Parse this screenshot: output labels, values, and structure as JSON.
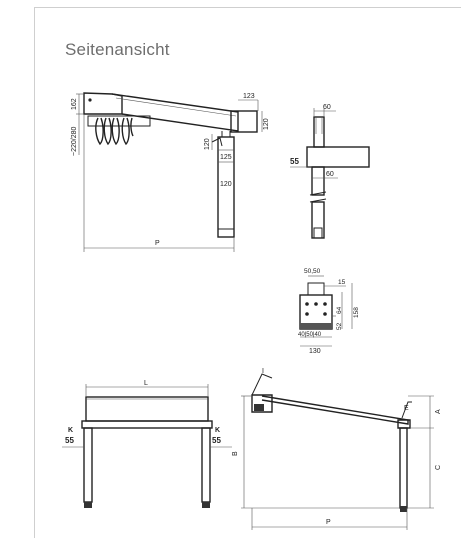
{
  "page": {
    "title": "Seitenansicht"
  },
  "side_detail": {
    "dim_162": "162",
    "dim_220_280": "~220/280",
    "dim_123": "123",
    "dim_120_right": "120",
    "dim_120_post_top": "120",
    "dim_125": "125",
    "dim_120_post": "120",
    "dim_p": "P"
  },
  "section_detail": {
    "dim_60_top": "60",
    "dim_55": "55",
    "dim_60_bottom": "60"
  },
  "bracket_detail": {
    "dim_50_50": "50,50",
    "dim_15": "15",
    "dim_64": "64",
    "dim_158": "158",
    "dim_52": "52",
    "dim_40_50_40": "40|50|40",
    "dim_130": "130"
  },
  "front_view": {
    "dim_l": "L",
    "label_k_left": "K",
    "dim_55_left": "55",
    "label_k_right": "K",
    "dim_55_right": "55"
  },
  "side_view": {
    "dim_i": "I",
    "dim_e": "E",
    "dim_a": "A",
    "dim_b": "B",
    "dim_c": "C",
    "dim_p": "P"
  }
}
